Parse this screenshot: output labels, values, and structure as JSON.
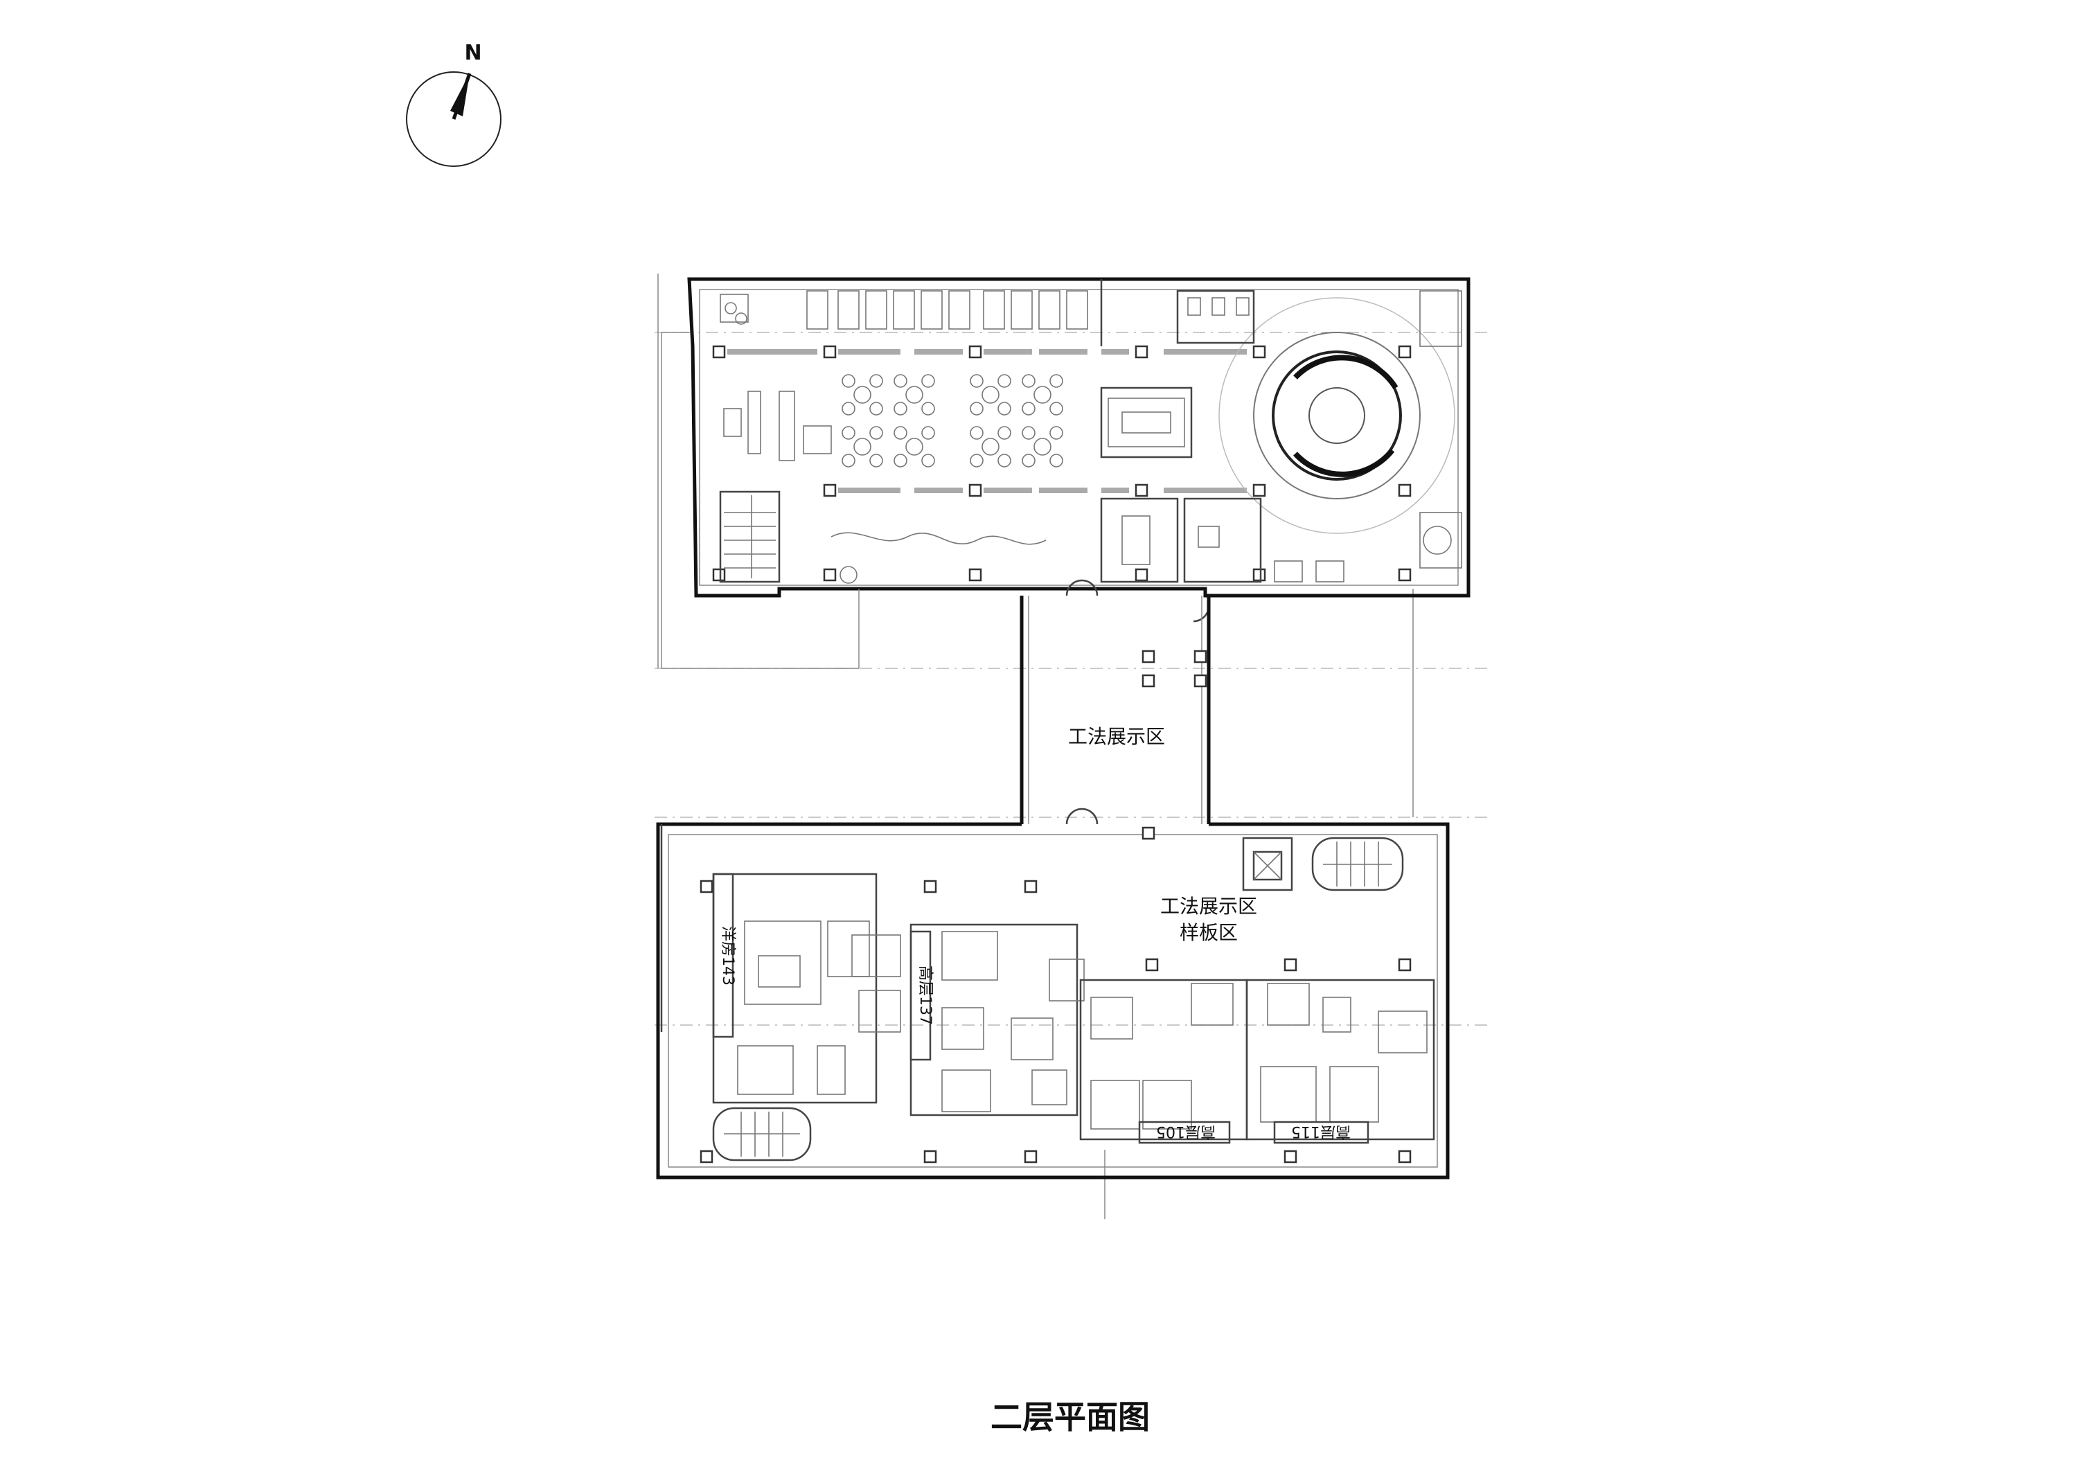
{
  "compass": {
    "label": "N"
  },
  "zones": {
    "bridge": "工法展示区",
    "south_showcase": "工法展示区",
    "sample_area": "样板区"
  },
  "units": {
    "left_vertical": "洋房143",
    "middle_vertical": "高层137",
    "bottom_left": "高层105",
    "bottom_right": "高层115"
  },
  "drawing_title": "二层平面图"
}
